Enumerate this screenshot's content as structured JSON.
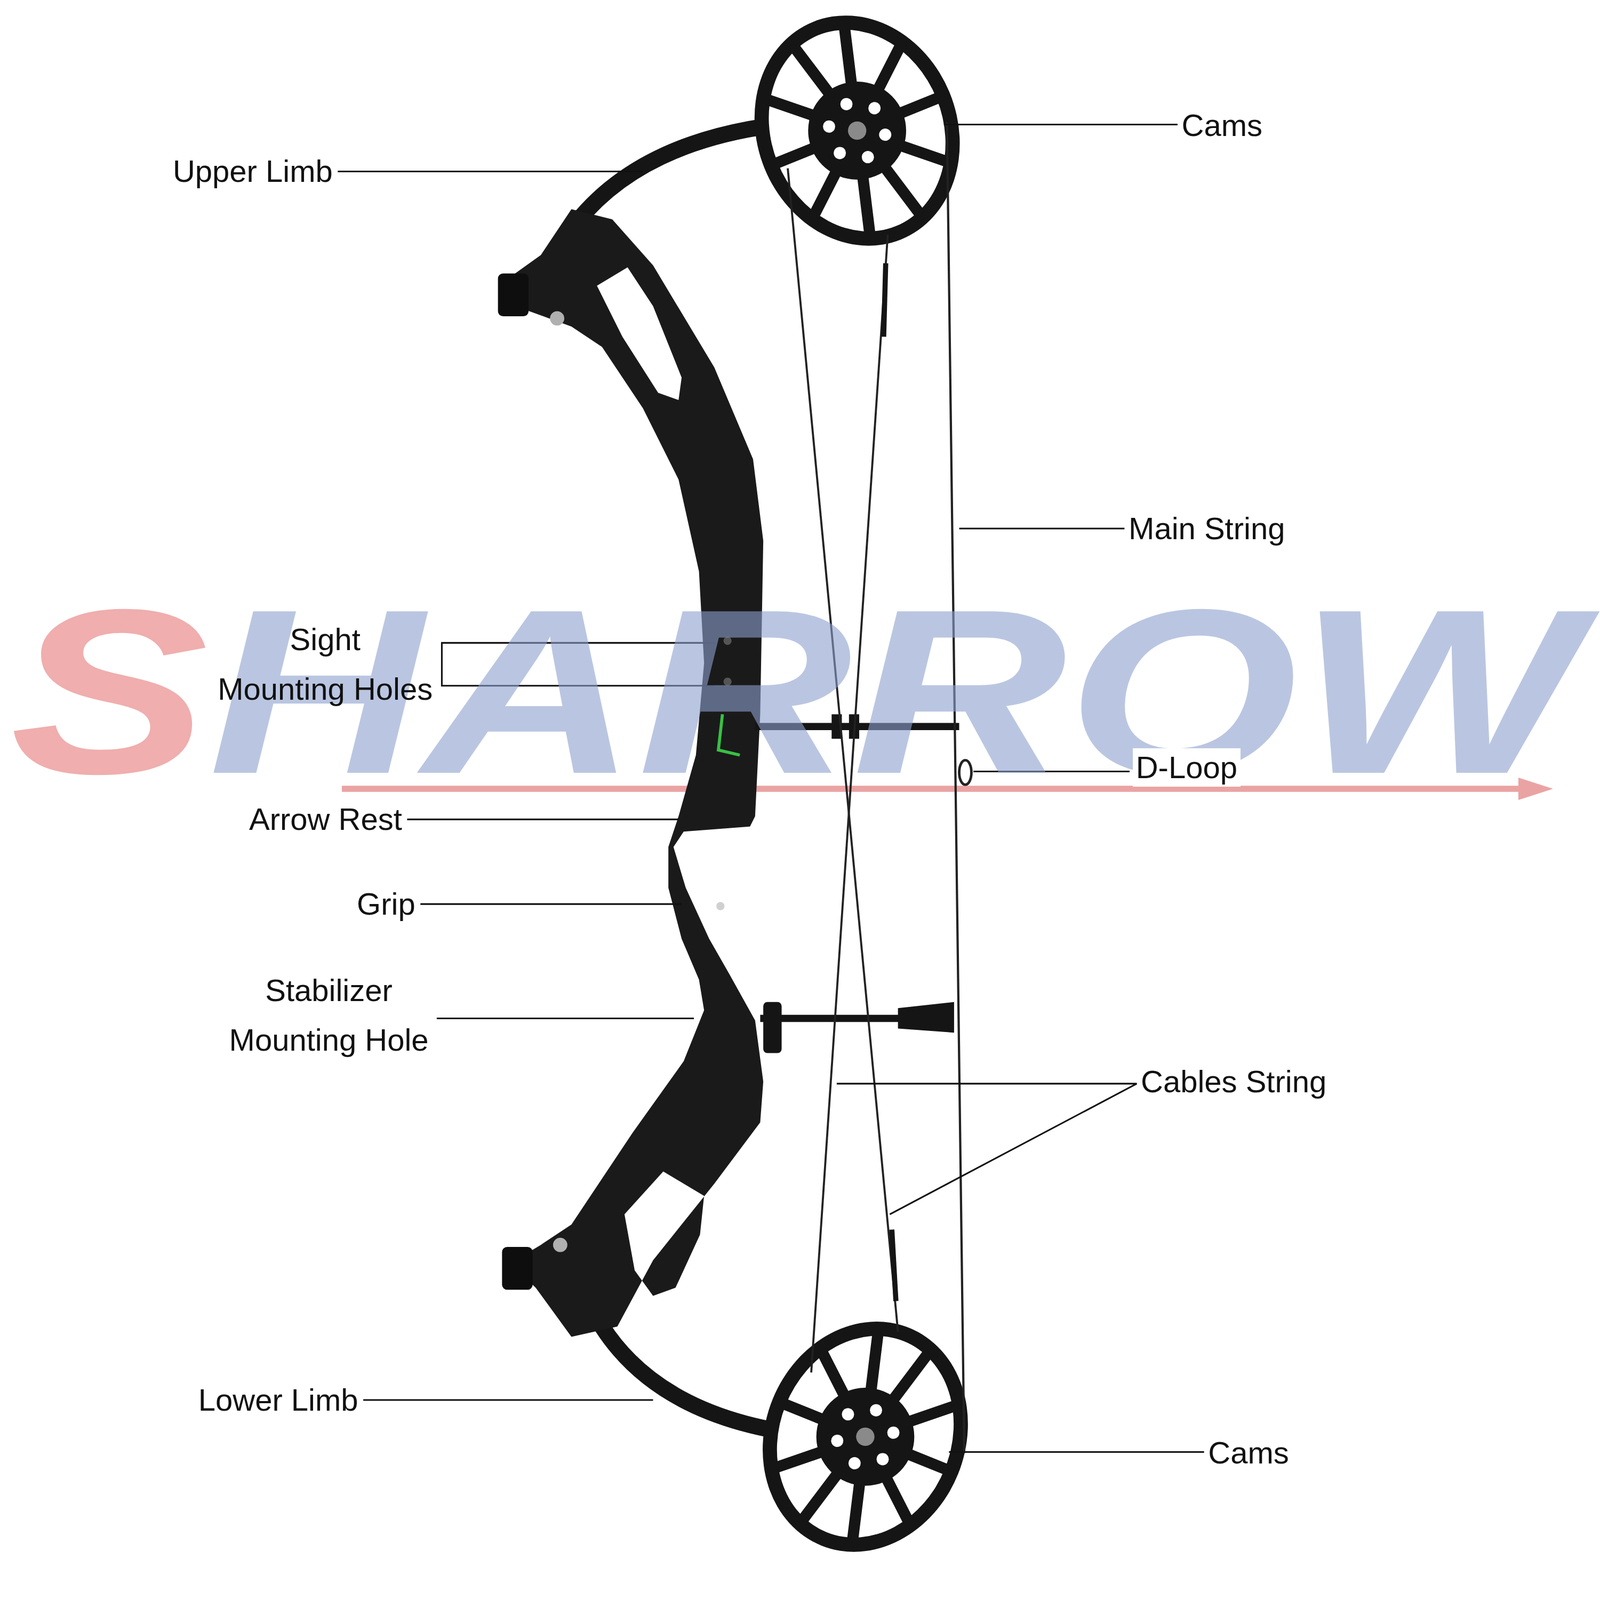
{
  "diagram": {
    "labels": [
      "Cams",
      "Upper Limb",
      "Main String",
      "Sight Mounting Holes",
      "D-Loop",
      "Arrow Rest",
      "Grip",
      "Stabilizer Mounting Hole",
      "Cables String",
      "Lower Limb",
      "Cams",
      "SHARROW"
    ]
  }
}
